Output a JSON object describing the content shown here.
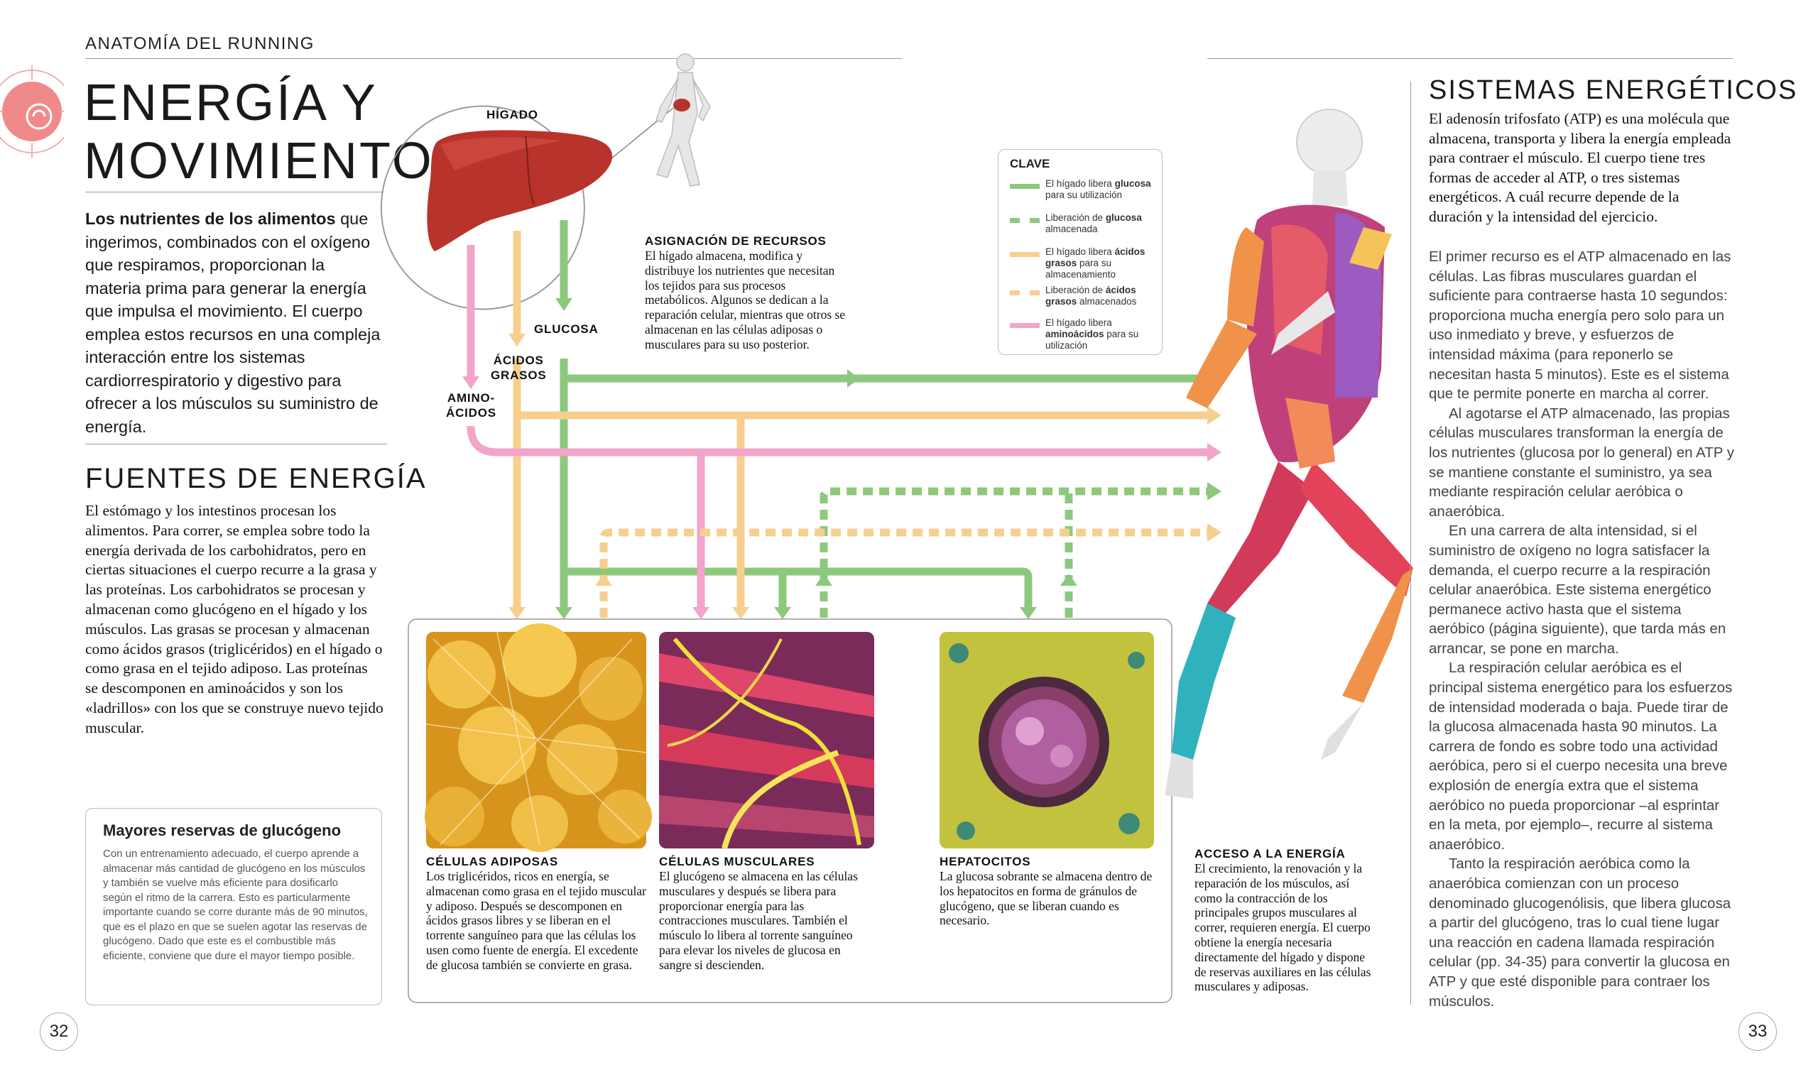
{
  "running_head": "ANATOMÍA DEL RUNNING",
  "title_line1": "ENERGÍA Y",
  "title_line2": "MOVIMIENTO",
  "intro_bold": "Los nutrientes de los alimentos",
  "intro_rest": " que ingerimos, combinados con el oxígeno que respiramos, proporcionan la materia prima para generar la energía que impulsa el movimiento. El cuerpo emplea estos recursos en una compleja interacción entre los sistemas cardiorrespiratorio y digestivo para ofrecer a los músculos su suministro de energía.",
  "sources": {
    "heading": "FUENTES DE ENERGÍA",
    "text": "El estómago y los intestinos procesan los alimentos. Para correr, se emplea sobre todo la energía derivada de los carbohidratos, pero en ciertas situaciones el cuerpo recurre a la grasa y las proteínas. Los carbohidratos se procesan y almacenan como glucógeno en el hígado y los músculos. Las grasas se procesan y almacenan como ácidos grasos (triglicéridos) en el hígado o como grasa en el tejido adiposo. Las proteínas se descomponen en aminoácidos y son los «ladrillos» con los que se construye nuevo tejido muscular."
  },
  "glycogen_box": {
    "title": "Mayores reservas de glucógeno",
    "text": "Con un entrenamiento adecuado, el cuerpo aprende a almacenar más cantidad de glucógeno en los músculos y también se vuelve más eficiente para dosificarlo según el ritmo de la carrera. Esto es particularmente importante cuando se corre durante más de 90 minutos, que es el plazo en que se suelen agotar las reservas de glucógeno. Dado que este es el combustible más eficiente, conviene que dure el mayor tiempo posible."
  },
  "page_left": "32",
  "page_right": "33",
  "diagram": {
    "liver_label": "HÍGADO",
    "glucose_label": "GLUCOSA",
    "fatty_acids_label_1": "ÁCIDOS",
    "fatty_acids_label_2": "GRASOS",
    "amino_label_1": "AMINO-",
    "amino_label_2": "ÁCIDOS",
    "allocation_title": "ASIGNACIÓN DE RECURSOS",
    "allocation_text": "El hígado almacena, modifica y distribuye los nutrientes que necesitan los tejidos para sus procesos metabólicos. Algunos se dedican a la reparación celular, mientras que otros se almacenan en las células adiposas o musculares para su uso posterior.",
    "access_title": "ACCESO A LA ENERGÍA",
    "access_text": "El crecimiento, la renovación y la reparación de los músculos, así como la contracción de los principales grupos musculares al correr, requieren energía. El cuerpo obtiene la energía necesaria directamente del hígado y dispone de reservas auxiliares en las células musculares y adiposas."
  },
  "legend": {
    "title": "CLAVE",
    "items": [
      {
        "pre": "El hígado libera ",
        "bold": "glucosa",
        "post": " para su utilización",
        "color": "#8cc97c",
        "dashed": false
      },
      {
        "pre": "Liberación de ",
        "bold": "glucosa",
        "post": " almacenada",
        "color": "#8cc97c",
        "dashed": true
      },
      {
        "pre": "El hígado libera ",
        "bold": "ácidos grasos",
        "post": " para su almacenamiento",
        "color": "#f6cf8f",
        "dashed": false
      },
      {
        "pre": "Liberación de ",
        "bold": "ácidos grasos",
        "post": " almacenados",
        "color": "#f6cf8f",
        "dashed": true
      },
      {
        "pre": "El hígado libera ",
        "bold": "aminoácidos",
        "post": " para su utilización",
        "color": "#f2a4c9",
        "dashed": false
      }
    ]
  },
  "cells": [
    {
      "title": "CÉLULAS ADIPOSAS",
      "text": "Los triglicéridos, ricos en energía, se almacenan como grasa en el tejido muscular y adiposo. Después se descomponen en ácidos grasos libres y se liberan en el torrente sanguíneo para que las células los usen como fuente de energía. El excedente de glucosa también se convierte en grasa."
    },
    {
      "title": "CÉLULAS MUSCULARES",
      "text": "El glucógeno se almacena en las células musculares y después se libera para proporcionar energía para las contracciones musculares. También el músculo lo libera al torrente sanguíneo para elevar los niveles de glucosa en sangre si descienden."
    },
    {
      "title": "HEPATOCITOS",
      "text": "La glucosa sobrante se almacena dentro de los hepatocitos en forma de gránulos de glucógeno, que se liberan cuando es necesario."
    }
  ],
  "systems": {
    "heading": "SISTEMAS ENERGÉTICOS",
    "lead": "El adenosín trifosfato (ATP) es una molécula que almacena, transporta y libera la energía empleada para contraer el músculo. El cuerpo tiene tres formas de acceder al ATP, o tres sistemas energéticos. A cuál recurre depende de la duración y la intensidad del ejercicio.",
    "p1": "El primer recurso es el ATP almacenado en las células. Las fibras musculares guardan el suficiente para contraerse hasta 10 segundos: proporciona mucha energía pero solo para un uso inmediato y breve, y esfuerzos de intensidad máxima (para reponerlo se necesitan hasta 5 minutos). Este es el sistema que te permite ponerte en marcha al correr.",
    "p2": "Al agotarse el ATP almacenado, las propias células musculares transforman la energía de los nutrientes (glucosa por lo general) en ATP y se mantiene constante el suministro, ya sea mediante respiración celular aeróbica o anaeróbica.",
    "p3": "En una carrera de alta intensidad, si el suministro de oxígeno no logra satisfacer la demanda, el cuerpo recurre a la respiración celular anaeróbica. Este sistema energético permanece activo hasta que el sistema aeróbico (página siguiente), que tarda más en arrancar, se pone en marcha.",
    "p4": "La respiración celular aeróbica es el principal sistema energético para los esfuerzos de intensidad moderada o baja. Puede tirar de la glucosa almacenada hasta 90 minutos. La carrera de fondo es sobre todo una actividad aeróbica, pero si el cuerpo necesita una breve explosión de energía extra que el sistema aeróbico no pueda proporcionar –al esprintar en la meta, por ejemplo–, recurre al sistema anaeróbico.",
    "p5": "Tanto la respiración aeróbica como la anaeróbica comienzan con un proceso denominado glucogenólisis, que libera glucosa a partir del glucógeno, tras lo cual tiene lugar una reacción en cadena llamada respiración celular (pp. 34-35) para convertir la glucosa en ATP y que esté disponible para contraer los músculos."
  }
}
